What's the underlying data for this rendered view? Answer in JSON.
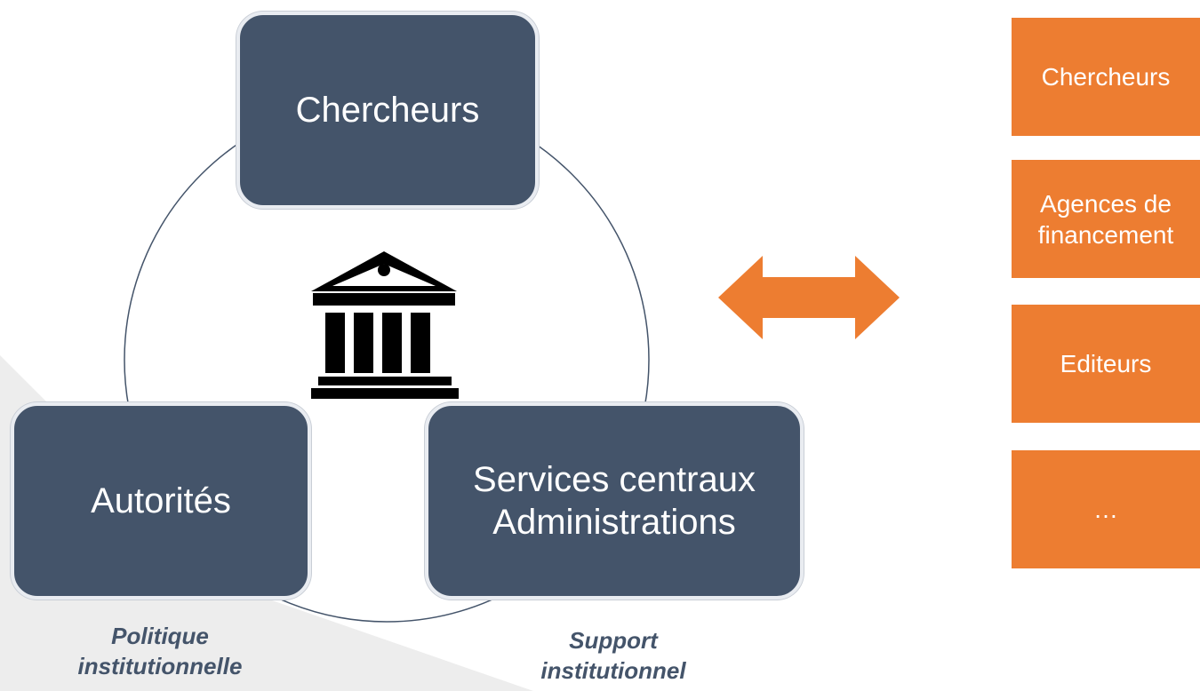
{
  "cycle": {
    "nodes": [
      {
        "id": "chercheurs",
        "label": "Chercheurs"
      },
      {
        "id": "autorites",
        "label": "Autorités"
      },
      {
        "id": "services",
        "label": "Services centraux\nAdministrations"
      }
    ],
    "captions": {
      "autorites": "Politique\ninstitutionnelle",
      "services": "Support\ninstitutionnel"
    },
    "center_icon": "institution-building-icon"
  },
  "connector": {
    "icon": "double-arrow-icon",
    "color": "#ed7d31"
  },
  "stakeholders": [
    {
      "label": "Chercheurs"
    },
    {
      "label": "Agences de\nfinancement"
    },
    {
      "label": "Editeurs"
    },
    {
      "label": "…"
    }
  ],
  "colors": {
    "node": "#44546a",
    "accent": "#ed7d31",
    "caption": "#44546a"
  }
}
